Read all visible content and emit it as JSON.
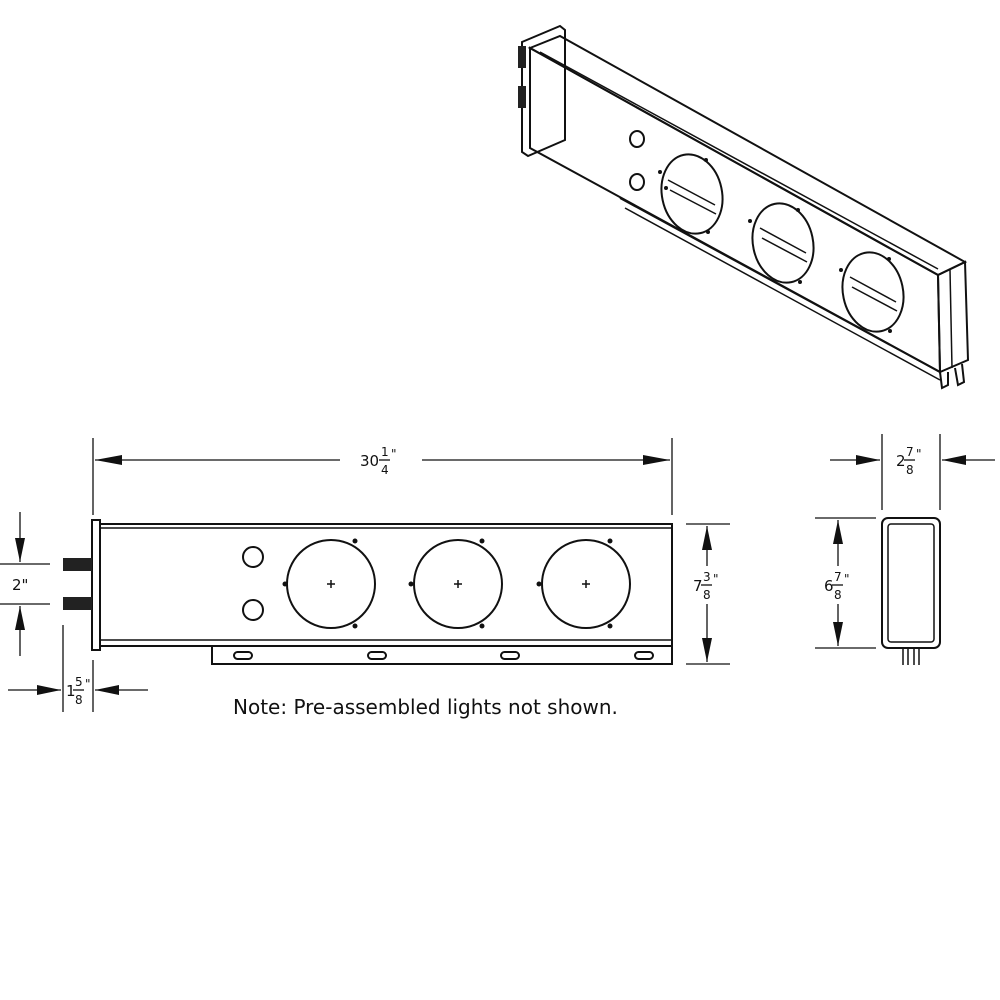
{
  "note": "Note: Pre-assembled lights not shown.",
  "dimensions": {
    "overall_length": {
      "whole": "30",
      "numerator": "1",
      "denominator": "4",
      "unit": "\""
    },
    "height": {
      "whole": "7",
      "numerator": "3",
      "denominator": "8",
      "unit": "\""
    },
    "stud_spacing": {
      "whole": "2",
      "unit": "\""
    },
    "stud_length": {
      "whole": "1",
      "numerator": "5",
      "denominator": "8",
      "unit": "\""
    },
    "depth": {
      "whole": "2",
      "numerator": "7",
      "denominator": "8",
      "unit": "\""
    },
    "side_height": {
      "whole": "6",
      "numerator": "7",
      "denominator": "8",
      "unit": "\""
    }
  },
  "features": {
    "light_holes": 3,
    "small_holes": 2,
    "mounting_studs": 2,
    "bracket_slots": 4
  }
}
